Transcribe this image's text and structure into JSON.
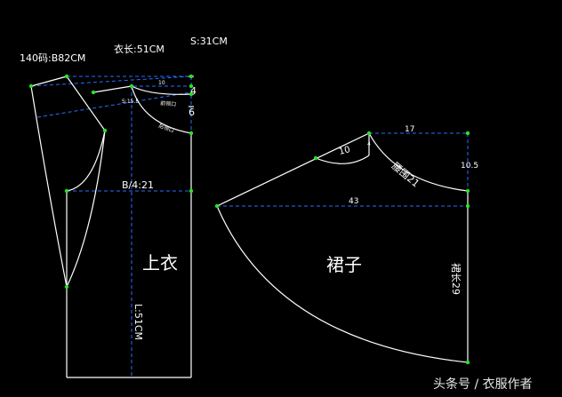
{
  "header": {
    "size_label": "140码:B82CM",
    "length_label": "衣长:51CM",
    "shoulder_label": "S:31CM"
  },
  "top": {
    "title": "上衣",
    "bust_label": "B/4:21",
    "length_label": "L:51CM",
    "shoulder_slope_label": "S:15.5",
    "front_neck_label": "前领口",
    "back_neck_label": "后领口",
    "neck_width_label": "10",
    "dim_4": "4",
    "dim_6": "6"
  },
  "skirt": {
    "title": "裙子",
    "radius_label": "10",
    "dim_4": "4",
    "top_width_label": "17",
    "waist_label": "腰围21",
    "height_label": "10.5",
    "hem_width_label": "43",
    "length_label": "裙长29"
  },
  "watermark": {
    "text": "头条号 / 衣服作者"
  },
  "colors": {
    "background": "#000000",
    "line": "#ffffff",
    "guide": "#2b6cff",
    "point": "#29e229"
  }
}
